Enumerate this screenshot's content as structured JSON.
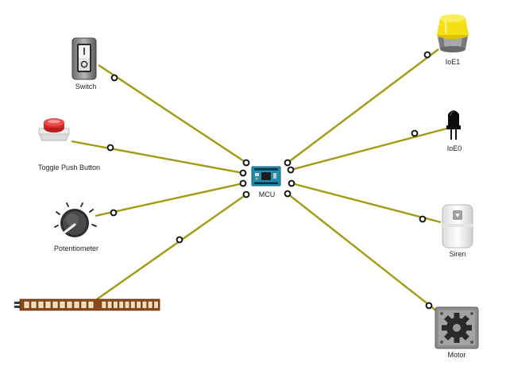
{
  "diagram": {
    "wire_color": "#a29a12",
    "connector_color": "#111111",
    "hub": {
      "label": "MCU",
      "board_color": "#1e8fb0"
    },
    "components": [
      {
        "id": "switch",
        "label": "Switch",
        "icon": "rocker-switch-icon"
      },
      {
        "id": "toggle-push-button",
        "label": "Toggle Push Button",
        "icon": "push-button-icon"
      },
      {
        "id": "potentiometer",
        "label": "Potentiometer",
        "icon": "potentiometer-knob-icon"
      },
      {
        "id": "flex-sensor",
        "label": "",
        "icon": "sensor-strip-icon"
      },
      {
        "id": "ioe1",
        "label": "IoE1",
        "icon": "yellow-lamp-icon"
      },
      {
        "id": "ioe0",
        "label": "IoE0",
        "icon": "led-icon"
      },
      {
        "id": "siren",
        "label": "Siren",
        "icon": "siren-icon"
      },
      {
        "id": "motor",
        "label": "Motor",
        "icon": "gear-motor-icon"
      }
    ]
  }
}
